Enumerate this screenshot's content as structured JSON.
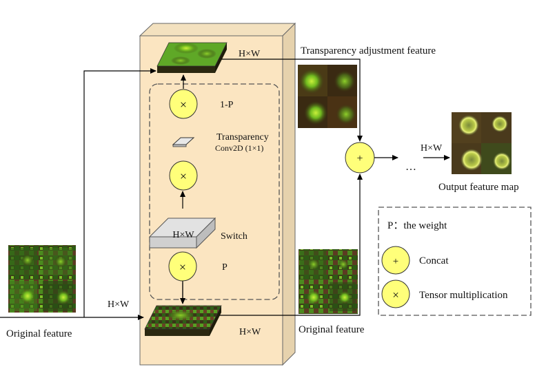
{
  "labels": {
    "hw_top": "H×W",
    "transparency_adjustment_feature": "Transparency adjustment feature",
    "one_minus_p": "1-P",
    "transparency": "Transparency",
    "conv2d": "Conv2D (1×1)",
    "switch": "Switch",
    "switch_hw": "H×W",
    "p": "P",
    "hw_left": "H×W",
    "hw_bottom": "H×W",
    "original_feature_left": "Original feature",
    "original_feature_right": "Original feature",
    "hw_output": "H×W",
    "ellipsis": "…",
    "output_feature_map": "Output feature map"
  },
  "legend": {
    "title": "P：the weight",
    "concat_label": "Concat",
    "tensor_mult_label": "Tensor multiplication"
  },
  "symbols": {
    "plus": "+",
    "times": "×"
  },
  "colors": {
    "module_fill": "#fbe5c1",
    "module_side": "#e6d2ad",
    "module_top": "#f3e1bf",
    "operator_fill": "#ffff7a",
    "switch_fill": "#e2e2e2",
    "feature_green": "#4fa024",
    "feature_dark": "#2a2410"
  }
}
